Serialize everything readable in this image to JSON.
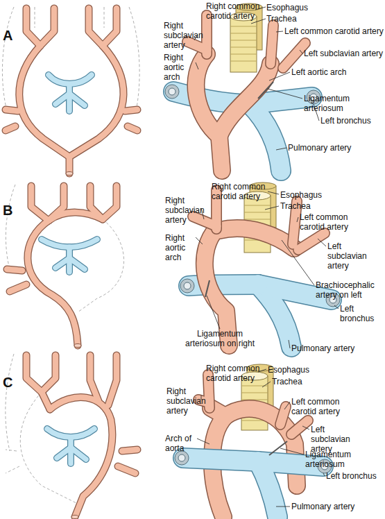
{
  "diagram": {
    "labels": [
      "A",
      "Right common carotid artery",
      "Esophagus",
      "Trachea",
      "Right subclavian artery",
      "Left common carotid artery",
      "Left subclavian artery",
      "Right aortic arch",
      "Left aortic arch",
      "Ligamentum arteriosum",
      "Left bronchus",
      "Pulmonary artery",
      "Right common carotid artery",
      "Esophagus",
      "B",
      "Right subclavian artery",
      "Trachea",
      "Left common carotid artery",
      "Right aortic arch",
      "Left subclavian artery",
      "Brachiocephalic artery on left",
      "Left bronchus",
      "Ligamentum arteriosum on right",
      "Pulmonary artery",
      "C",
      "Right common carotid artery",
      "Esophagus",
      "Trachea",
      "Right subclavian artery",
      "Left common carotid artery",
      "Left subclavian artery",
      "Arch of aorta",
      "Ligamentum arteriosum",
      "Left bronchus",
      "Pulmonary artery"
    ]
  }
}
